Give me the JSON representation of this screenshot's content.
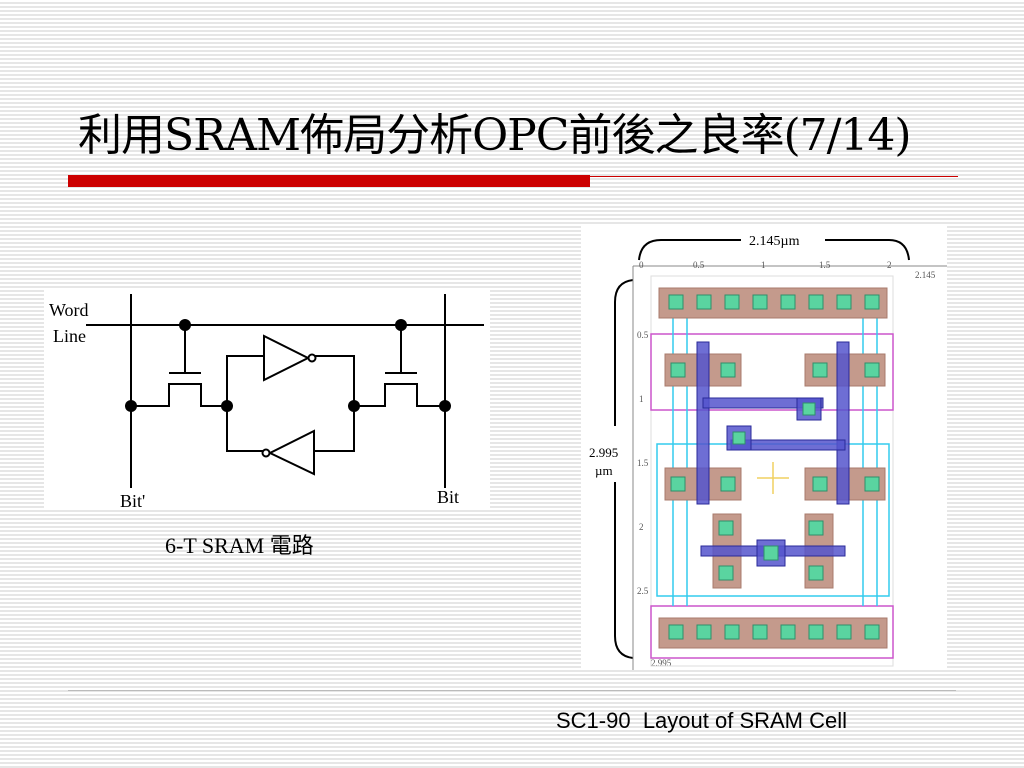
{
  "slide": {
    "title": "利用SRAM佈局分析OPC前後之良率(7/14)",
    "circuit_caption": "6-T SRAM 電路",
    "footer": "SC1-90  Layout of SRAM Cell"
  },
  "circuit": {
    "word_line_label_1": "Word",
    "word_line_label_2": "Line",
    "bit_bar_label": "Bit'",
    "bit_label": "Bit"
  },
  "layout": {
    "width_label": "2.145µm",
    "height_label_1": "2.995",
    "height_label_2": "µm",
    "ruler_top_ticks": [
      "0",
      "0.5",
      "1",
      "1.5",
      "2",
      "2.145"
    ],
    "ruler_left_ticks": [
      "0.5",
      "1",
      "1.5",
      "2",
      "2.5"
    ],
    "ruler_bottom_label": "2.995"
  },
  "colors": {
    "title_rule": "#cc0000",
    "diffusion": "#c49a8c",
    "contact": "#5ad4a0",
    "poly": "#5555cc",
    "metal_outline": "#cc55cc",
    "well": "#33ccee"
  }
}
